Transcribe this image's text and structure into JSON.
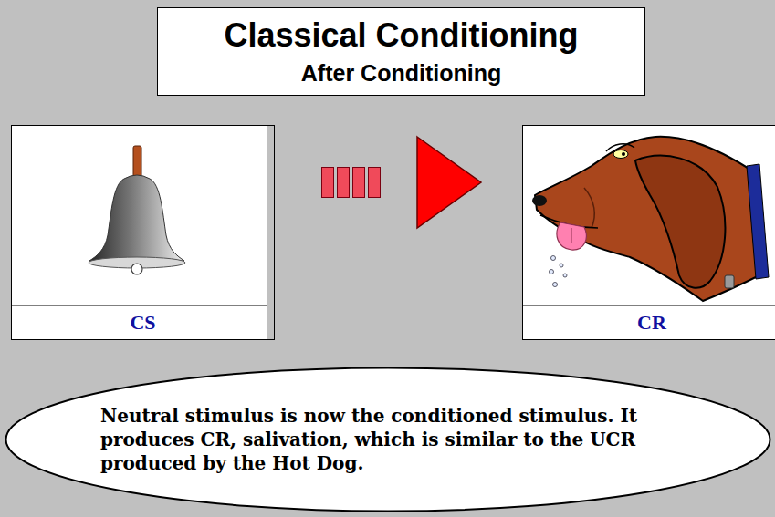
{
  "diagram": {
    "nodes": [
      {
        "text": [
          "Classical Conditioning",
          "After Conditioning"
        ]
      },
      {
        "text": [
          "CS"
        ]
      },
      {
        "text": [
          "CR"
        ]
      },
      {
        "text": [
          "Neutral stimulus is now the conditioned stimulus. It produces CR, salivation, which is similar to the UCR produced by the Hot Dog."
        ]
      }
    ],
    "edges": [
      {
        "from": 1,
        "to": 2,
        "arrow": "to"
      }
    ]
  }
}
